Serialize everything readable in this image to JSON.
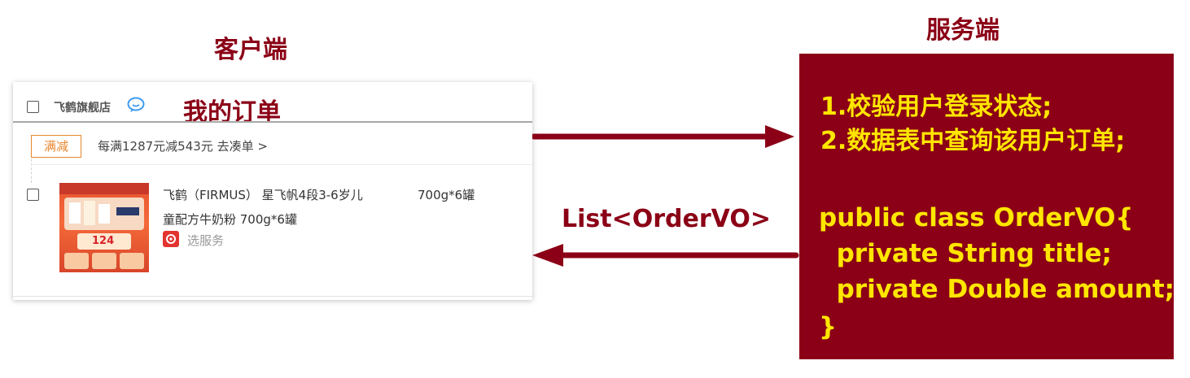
{
  "client": {
    "heading": "客户端",
    "shop_name": "飞鹤旗舰店",
    "order_title": "我的订单",
    "promo_tag": "满减",
    "promo_text": "每满1287元减543元 去凑单 >",
    "product": {
      "name_line1": "飞鹤（FIRMUS） 星飞帆4段3-6岁儿",
      "spec": "700g*6罐",
      "name_line2": "童配方牛奶粉 700g*6罐",
      "service": "选服务",
      "image_badge": "124"
    }
  },
  "server": {
    "heading": "服务端",
    "steps": [
      "1.校验用户登录状态;",
      "2.数据表中查询该用户订单;"
    ],
    "code": [
      "public class OrderVO{",
      "  private String title;",
      "  private Double amount;",
      "}"
    ]
  },
  "response_label": "List<OrderVO>",
  "colors": {
    "accent": "#8b0016",
    "code_text": "#ffe600",
    "promo": "#e8872f"
  }
}
